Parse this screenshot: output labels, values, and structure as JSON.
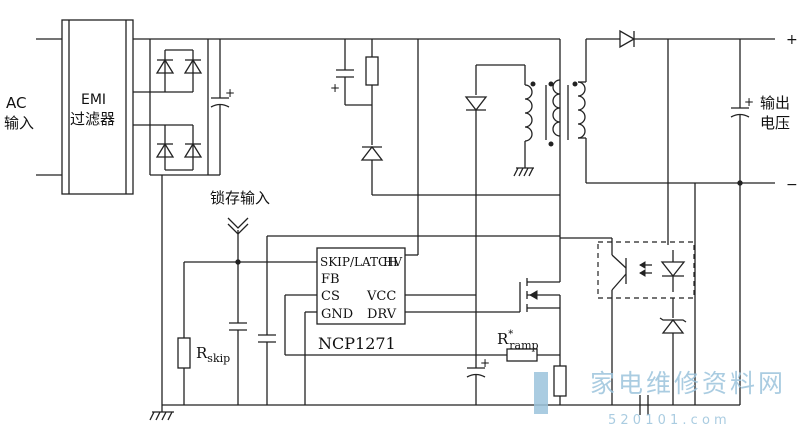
{
  "labels": {
    "ac_line1": "AC",
    "ac_line2": "输入",
    "emi_line1": "EMI",
    "emi_line2": "过滤器",
    "latch_input": "锁存输入",
    "output_line1": "输出",
    "output_line2": "电压",
    "plus_sign": "+",
    "minus_sign": "−",
    "rskip_main": "R",
    "rskip_sub": "skip",
    "rramp_main": "R",
    "rramp_sup": "*",
    "rramp_sub": "ramp"
  },
  "ic": {
    "name": "NCP1271",
    "pin_skip_latch": "SKIP/LATCH",
    "pin_hv": "HV",
    "pin_fb": "FB",
    "pin_cs": "CS",
    "pin_vcc": "VCC",
    "pin_gnd": "GND",
    "pin_drv": "DRV"
  },
  "watermark": {
    "text": "家电维修资料网",
    "url": "5 2 0 1 0 1 . c o m"
  }
}
